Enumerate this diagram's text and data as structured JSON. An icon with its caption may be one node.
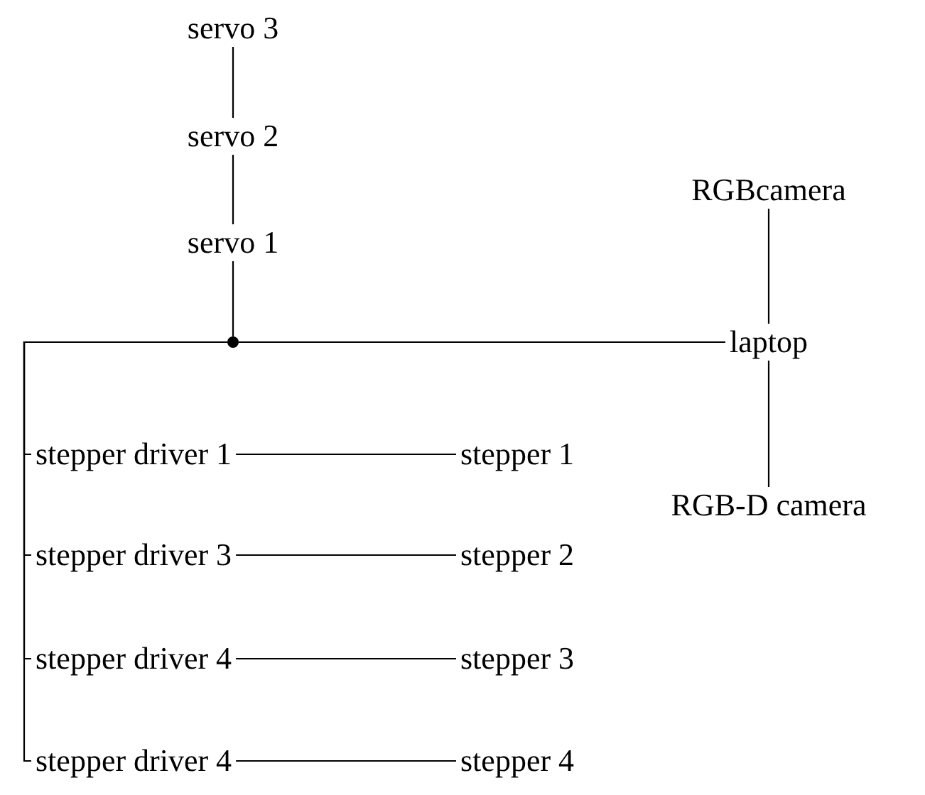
{
  "diagram": {
    "nodes": [
      {
        "text": [
          "servo 3"
        ]
      },
      {
        "text": [
          "servo 2"
        ]
      },
      {
        "text": [
          "RGBcamera"
        ]
      },
      {
        "text": [
          "servo 1"
        ]
      },
      {
        "text": [],
        "shape": "circle"
      },
      {
        "text": [
          "laptop"
        ]
      },
      {
        "text": [
          "stepper driver 1"
        ]
      },
      {
        "text": [
          "stepper 1"
        ]
      },
      {
        "text": [
          "RGB-D camera"
        ]
      },
      {
        "text": [
          "stepper driver 3"
        ]
      },
      {
        "text": [
          "stepper 2"
        ]
      },
      {
        "text": [
          "stepper driver 4"
        ]
      },
      {
        "text": [
          "stepper 3"
        ]
      },
      {
        "text": [
          "stepper driver 4"
        ]
      },
      {
        "text": [
          "stepper 4"
        ]
      }
    ],
    "edges": [
      {
        "from": 0,
        "to": 1,
        "arrow": "none"
      },
      {
        "from": 1,
        "to": 3,
        "arrow": "none"
      },
      {
        "from": 3,
        "to": 4,
        "arrow": "none"
      },
      {
        "from": 4,
        "to": 5,
        "arrow": "none"
      },
      {
        "from": 2,
        "to": 5,
        "arrow": "none"
      },
      {
        "from": 5,
        "to": 8,
        "arrow": "none"
      },
      {
        "from": 4,
        "to": 6,
        "arrow": "none"
      },
      {
        "from": 4,
        "to": 9,
        "arrow": "none"
      },
      {
        "from": 4,
        "to": 11,
        "arrow": "none"
      },
      {
        "from": 4,
        "to": 13,
        "arrow": "none"
      },
      {
        "from": 6,
        "to": 7,
        "arrow": "none"
      },
      {
        "from": 9,
        "to": 10,
        "arrow": "none"
      },
      {
        "from": 11,
        "to": 12,
        "arrow": "none"
      },
      {
        "from": 13,
        "to": 14,
        "arrow": "none"
      }
    ]
  }
}
